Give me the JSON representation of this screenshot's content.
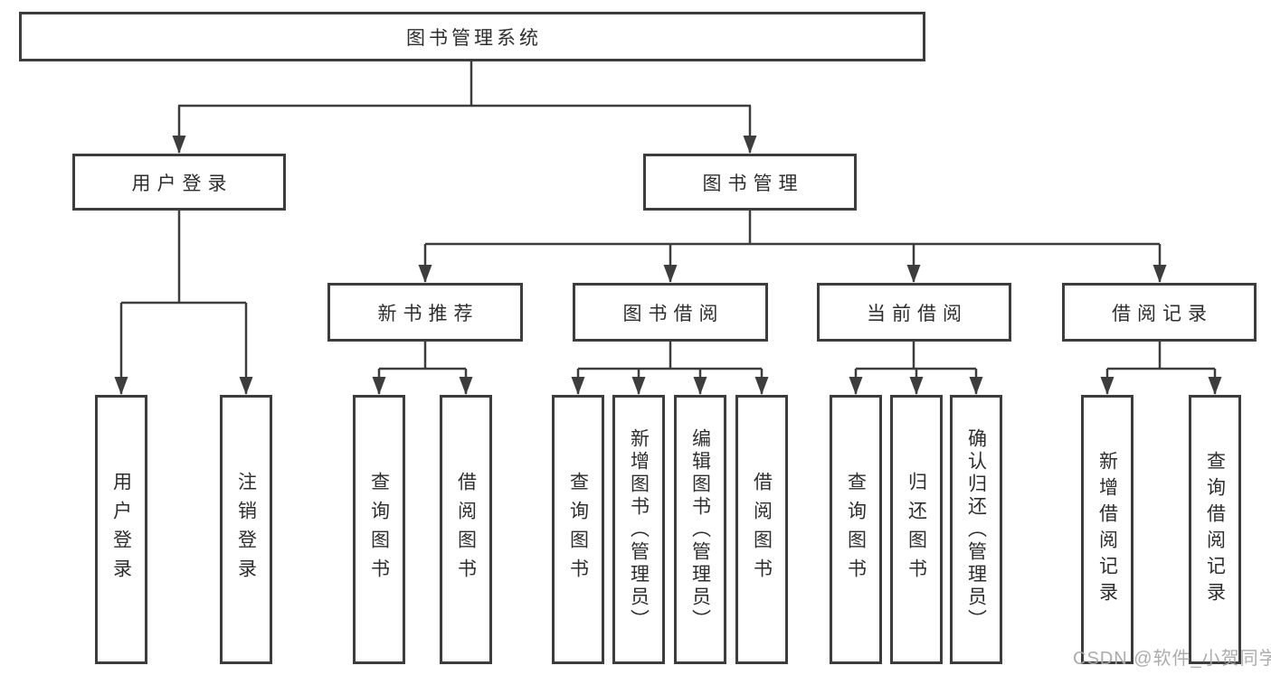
{
  "page": {
    "background": "#ffffff",
    "watermark": {
      "text": "CSDN @软件_小贺同学",
      "color": "#a8a8a8"
    }
  },
  "colors": {
    "line": "#3d3d3d",
    "box_border": "#3d3d3d",
    "text": "#2e2e2e"
  },
  "tree": {
    "label": "图书管理系统",
    "children": [
      {
        "label": "用户登录",
        "children": [
          {
            "label": "用户登录"
          },
          {
            "label": "注销登录"
          }
        ]
      },
      {
        "label": "图书管理",
        "children": [
          {
            "label": "新书推荐",
            "children": [
              {
                "label": "查询图书"
              },
              {
                "label": "借阅图书"
              }
            ]
          },
          {
            "label": "图书借阅",
            "children": [
              {
                "label": "查询图书"
              },
              {
                "label": "新增图书（管理员）"
              },
              {
                "label": "编辑图书（管理员）"
              },
              {
                "label": "借阅图书"
              }
            ]
          },
          {
            "label": "当前借阅",
            "children": [
              {
                "label": "查询图书"
              },
              {
                "label": "归还图书"
              },
              {
                "label": "确认归还（管理员）"
              }
            ]
          },
          {
            "label": "借阅记录",
            "children": [
              {
                "label": "新增借阅记录"
              },
              {
                "label": "查询借阅记录"
              }
            ]
          }
        ]
      }
    ]
  }
}
